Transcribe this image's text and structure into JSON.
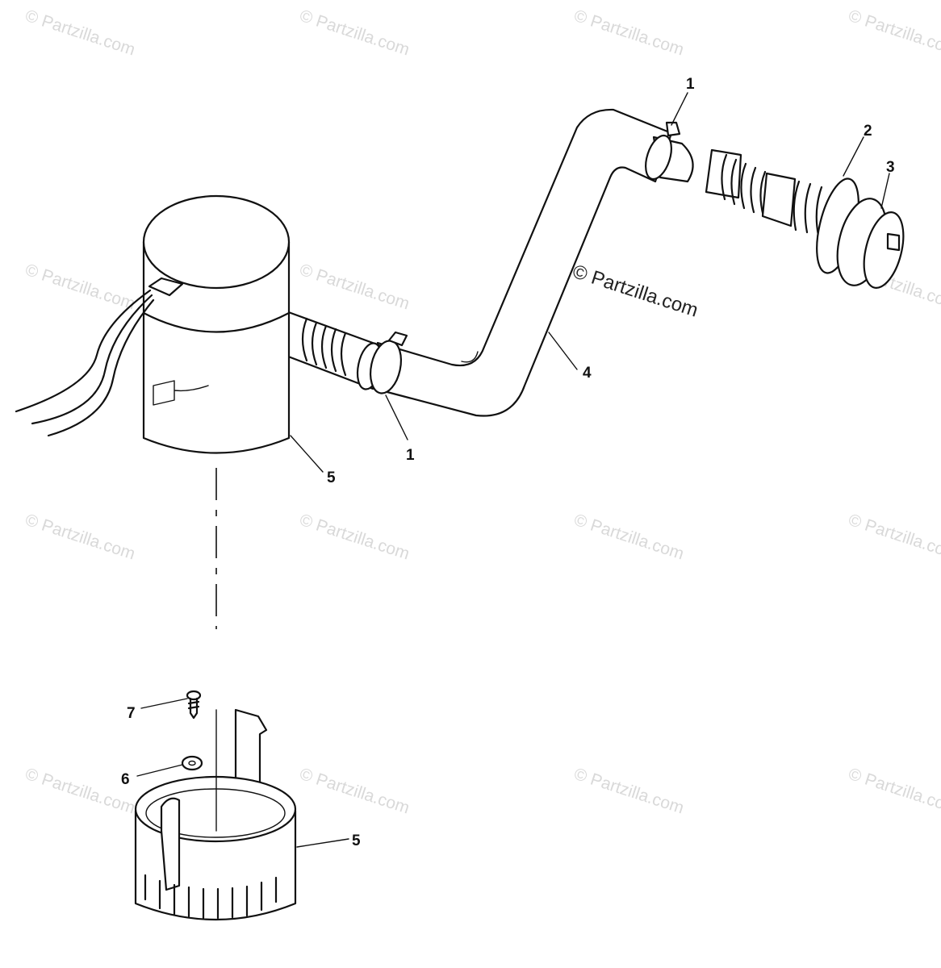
{
  "watermark": {
    "text": "© Partzilla.com",
    "center_text": "© Partzilla.com"
  },
  "callouts": {
    "c1_top": "1",
    "c1_bottom": "1",
    "c2": "2",
    "c3": "3",
    "c4": "4",
    "c5_pump": "5",
    "c5_base": "5",
    "c6": "6",
    "c7": "7"
  },
  "parts": [
    {
      "ref": "1",
      "name": "hose-clamp"
    },
    {
      "ref": "2",
      "name": "thru-hull-fitting"
    },
    {
      "ref": "3",
      "name": "thru-hull-nut"
    },
    {
      "ref": "4",
      "name": "discharge-hose"
    },
    {
      "ref": "5",
      "name": "bilge-pump-and-strainer-base"
    },
    {
      "ref": "6",
      "name": "washer"
    },
    {
      "ref": "7",
      "name": "screw"
    }
  ]
}
